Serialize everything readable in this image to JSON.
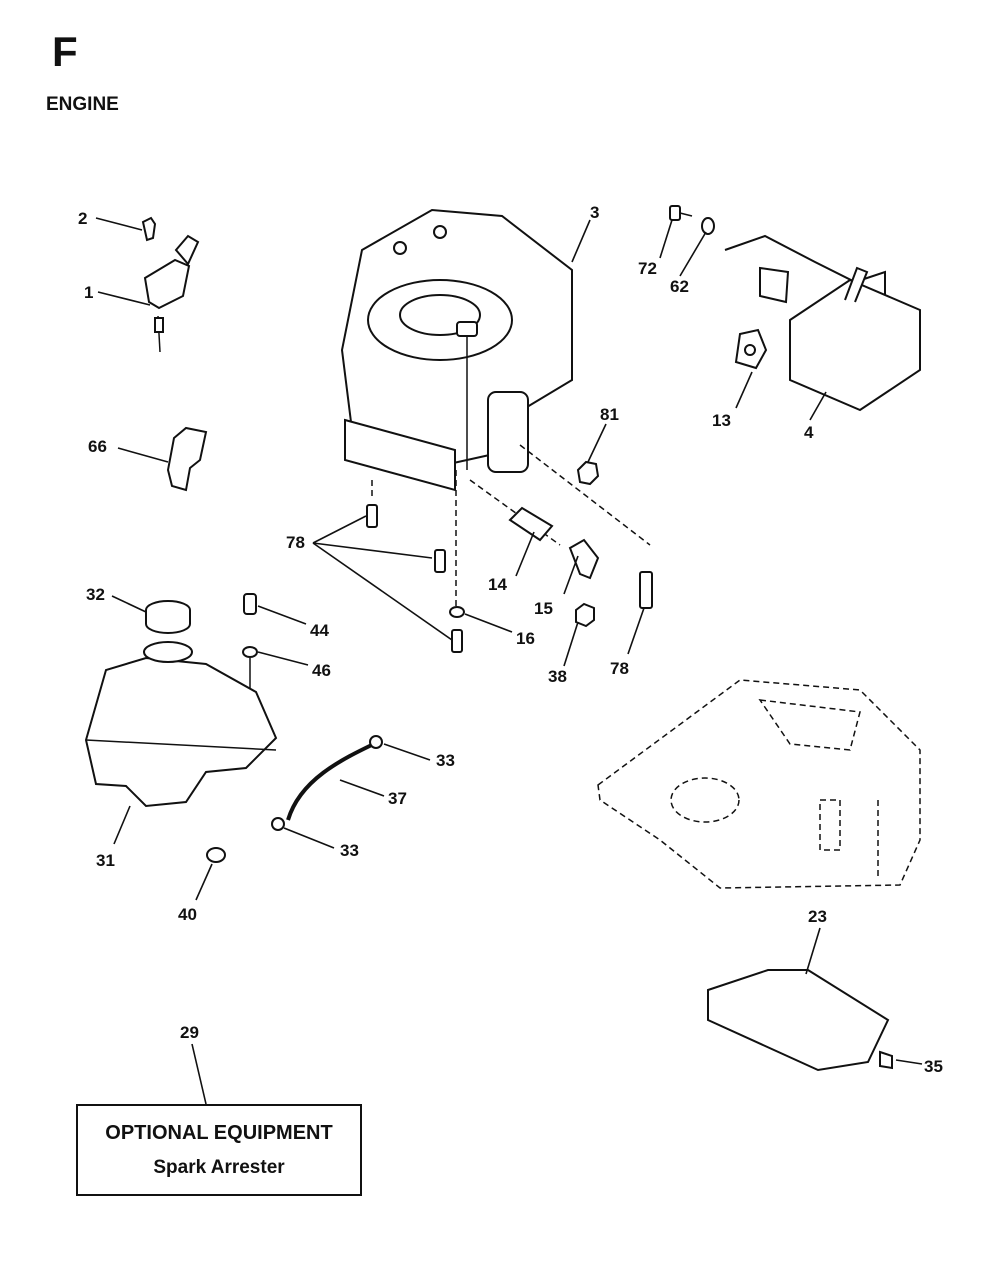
{
  "section": {
    "letter": "F",
    "title": "ENGINE"
  },
  "optional_box": {
    "title": "OPTIONAL EQUIPMENT",
    "subtitle": "Spark Arrester"
  },
  "callouts": {
    "c2": "2",
    "c1": "1",
    "c66": "66",
    "c3": "3",
    "c72": "72",
    "c62": "62",
    "c13": "13",
    "c4": "4",
    "c81": "81",
    "c78a": "78",
    "c14": "14",
    "c15": "15",
    "c16": "16",
    "c38": "38",
    "c78b": "78",
    "c32": "32",
    "c44": "44",
    "c46": "46",
    "c31": "31",
    "c33a": "33",
    "c37": "37",
    "c33b": "33",
    "c40": "40",
    "c23": "23",
    "c35": "35",
    "c29": "29"
  }
}
